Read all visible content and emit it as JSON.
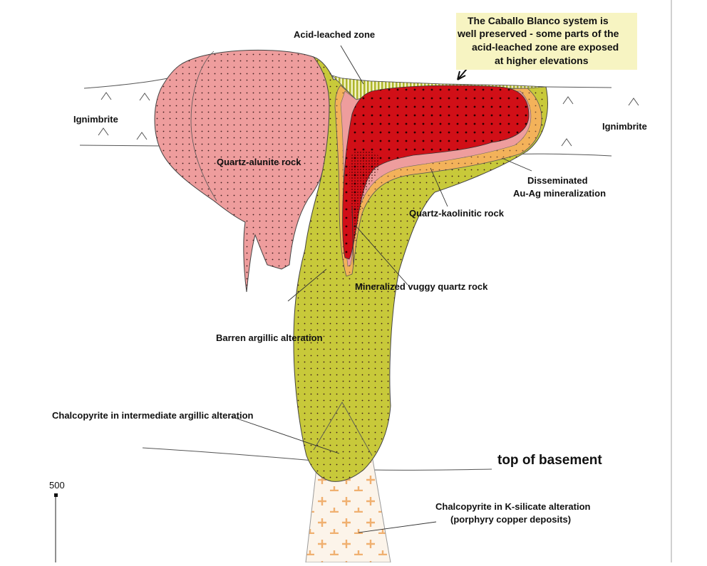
{
  "labels": {
    "acid_leached_zone": "Acid-leached zone",
    "ignimbrite_left": "Ignimbrite",
    "ignimbrite_right": "Ignimbrite",
    "quartz_alunite": "Quartz-alunite rock",
    "disseminated_line1": "Disseminated",
    "disseminated_line2": "Au-Ag mineralization",
    "quartz_kaolinitic": "Quartz-kaolinitic rock",
    "vuggy_quartz": "Mineralized vuggy quartz rock",
    "barren_argillic": "Barren argillic alteration",
    "chalcopyrite_intermediate": "Chalcopyrite in intermediate argillic alteration",
    "top_of_basement": "top of basement",
    "chalcopyrite_k_line1": "Chalcopyrite in K-silicate alteration",
    "chalcopyrite_k_line2": "(porphyry copper deposits)"
  },
  "callout": {
    "line1": "The Caballo Blanco system is",
    "line2": "well preserved - some parts of the",
    "line3": "acid-leached zone are exposed",
    "line4": "at higher elevations"
  },
  "scale": {
    "tick_label": "500"
  },
  "colors": {
    "alunite_pink": "#ee9d9d",
    "argillic_olive": "#c8c93a",
    "kaolinitic_orange": "#f3b25a",
    "vuggy_red": "#d10f17",
    "acid_leached_stripes": "#c7cc3a",
    "ksilicate_cross": "#f0b070",
    "callout_highlight": "#f7f4c2"
  }
}
